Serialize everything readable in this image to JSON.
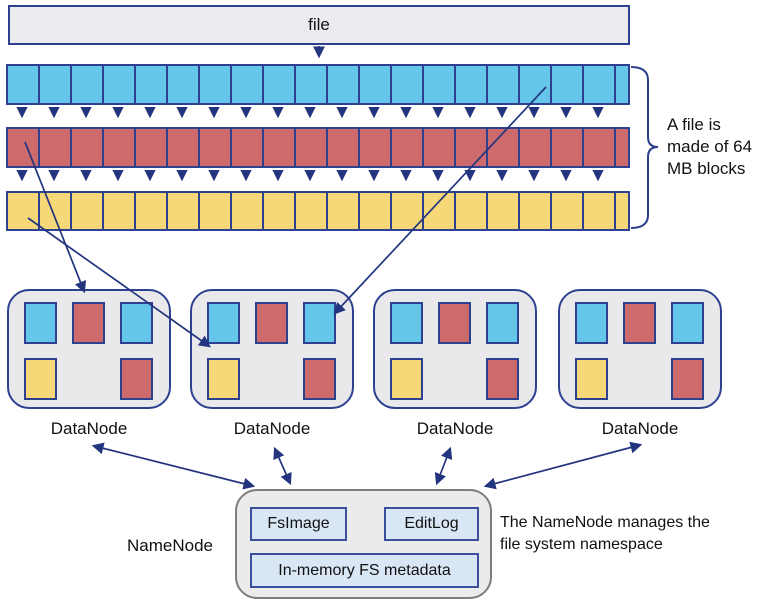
{
  "colors": {
    "navy": "#2e4191",
    "arrow": "#24357f",
    "blue_block": "#66c6ea",
    "red_block": "#cd6a6b",
    "yellow_block": "#f6d878",
    "box_fill": "#ececf0",
    "node_fill": "#e9e9ec",
    "namenode_border": "#7d7d7d",
    "inner_box_fill": "#d9e6f5",
    "inner_box_border": "#3b509d"
  },
  "file_box": {
    "label": "file"
  },
  "block_rows": {
    "full_blocks_per_row": 19,
    "trailing_partial_block": true,
    "rows": [
      {
        "name": "file-blocks-row",
        "color": "blue_block"
      },
      {
        "name": "replica-row-1",
        "color": "red_block"
      },
      {
        "name": "replica-row-2",
        "color": "yellow_block"
      }
    ]
  },
  "annotation_right": {
    "line1": "A file is",
    "line2": "made of 64",
    "line3": "MB blocks"
  },
  "datanodes": [
    {
      "label": "DataNode",
      "top_blocks": [
        "blue",
        "red",
        "blue"
      ],
      "bottom_blocks": [
        "yellow",
        "red"
      ]
    },
    {
      "label": "DataNode",
      "top_blocks": [
        "blue",
        "red",
        "blue"
      ],
      "bottom_blocks": [
        "yellow",
        "red"
      ]
    },
    {
      "label": "DataNode",
      "top_blocks": [
        "blue",
        "red",
        "blue"
      ],
      "bottom_blocks": [
        "yellow",
        "red"
      ]
    },
    {
      "label": "DataNode",
      "top_blocks": [
        "blue",
        "red",
        "blue"
      ],
      "bottom_blocks": [
        "yellow",
        "red"
      ]
    }
  ],
  "namenode": {
    "label": "NameNode",
    "fsimage_label": "FsImage",
    "editlog_label": "EditLog",
    "metadata_label": "In-memory FS metadata"
  },
  "namenode_note": {
    "line1": "The NameNode manages the",
    "line2": "file system namespace"
  }
}
